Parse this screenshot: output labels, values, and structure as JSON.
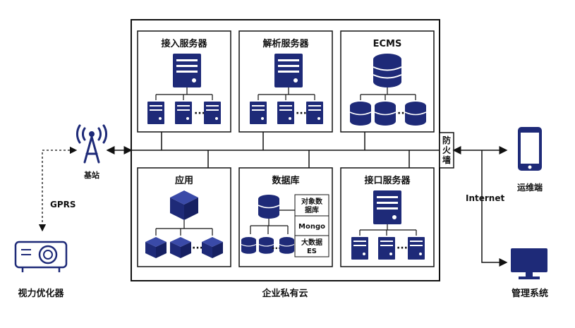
{
  "cloud": {
    "label": "企业私有云",
    "servers": {
      "access": "接入服务器",
      "parse": "解析服务器",
      "ecms": "ECMS",
      "app": "应用",
      "database": "数据库",
      "interface": "接口服务器"
    },
    "db_components": {
      "object_db_line1": "对象数",
      "object_db_line2": "据库",
      "mongo": "Mongo",
      "bigdata_line1": "大数据",
      "bigdata_line2": "ES"
    }
  },
  "firewall": {
    "line1": "防",
    "line2": "火",
    "line3": "墙"
  },
  "left": {
    "base_station": "基站",
    "gprs": "GPRS",
    "optimizer": "视力优化器"
  },
  "right": {
    "internet": "Internet",
    "ops": "运维端",
    "mgmt": "管理系统"
  },
  "colors": {
    "icon": "#1e2a78",
    "line": "#111111"
  }
}
